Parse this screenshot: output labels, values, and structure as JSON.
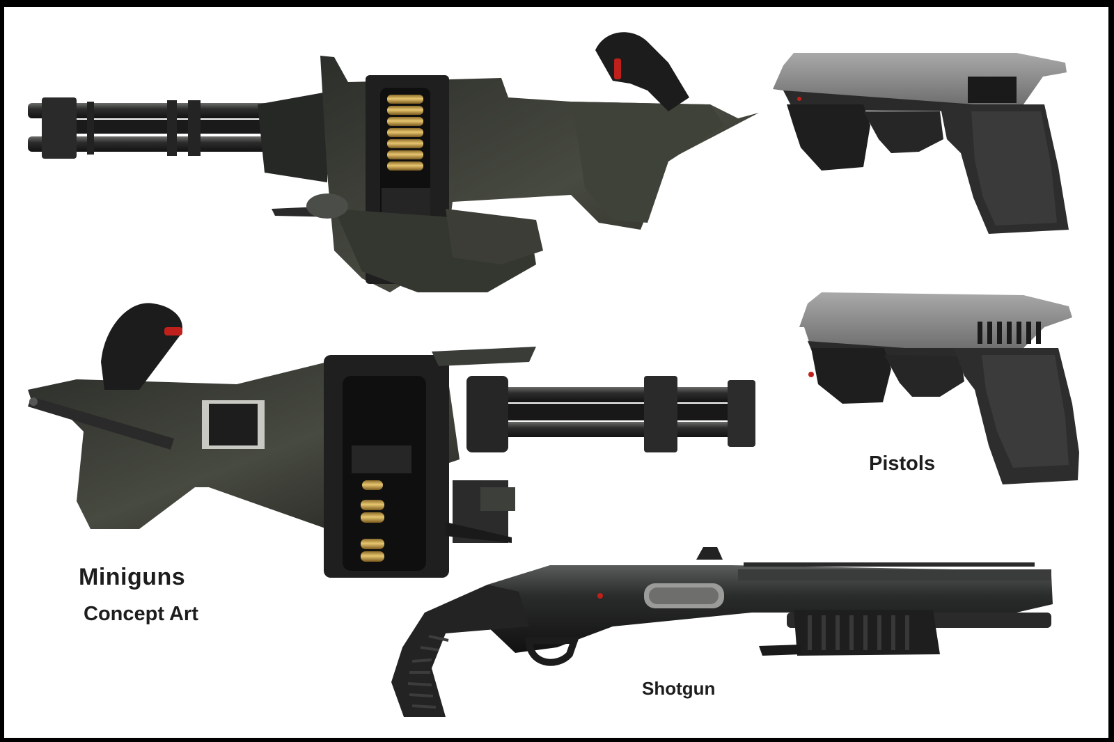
{
  "captions": {
    "miniguns": "Miniguns",
    "concept_art": "Concept Art",
    "pistols": "Pistols",
    "shotgun": "Shotgun"
  },
  "colors": {
    "frame": "#000000",
    "canvas": "#ffffff",
    "gun_dark": "#1b1c1c",
    "gun_mid": "#2e302e",
    "gun_olive": "#3b3e36",
    "pistol_slide": "#8e8e8e",
    "brass": "#c8a24a",
    "red_accent": "#c0201b"
  },
  "artwork": [
    {
      "name": "minigun-top",
      "icon": "minigun-illustration"
    },
    {
      "name": "minigun-bottom",
      "icon": "minigun-illustration"
    },
    {
      "name": "pistol-top",
      "icon": "pistol-illustration"
    },
    {
      "name": "pistol-bottom",
      "icon": "pistol-illustration"
    },
    {
      "name": "shotgun",
      "icon": "shotgun-illustration"
    }
  ]
}
